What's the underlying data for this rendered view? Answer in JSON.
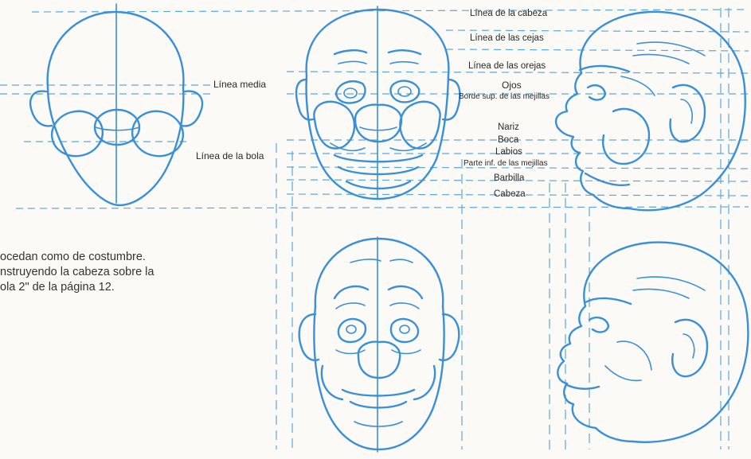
{
  "labels": {
    "linea_media": "Línea media",
    "linea_bola": "Línea de la bola",
    "linea_cabeza": "Línea de la cabeza",
    "linea_cejas": "Línea de las cejas",
    "linea_orejas": "Línea de las orejas",
    "ojos": "Ojos",
    "borde_mejillas": "Borde sup. de las mejillas",
    "nariz": "Nariz",
    "boca": "Boca",
    "labios": "Labios",
    "parte_inf_mejillas": "Parte inf. de las mejillas",
    "barbilla": "Barbilla",
    "cabeza": "Cabeza"
  },
  "paragraph": {
    "line1": "ocedan como de costumbre.",
    "line2": "nstruyendo la cabeza sobre la",
    "line3": "ola 2\" de la página 12."
  },
  "colors": {
    "drawing": "#3a8fd6",
    "guide": "#5aa6e0",
    "text": "#2a2a2a"
  }
}
